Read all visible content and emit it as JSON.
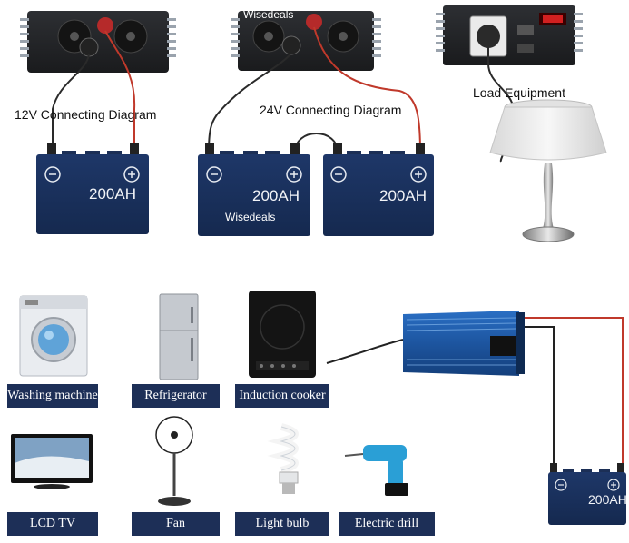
{
  "top": {
    "diagram_12v": "12V Connecting Diagram",
    "diagram_24v": "24V Connecting Diagram",
    "load_equipment": "Load Equipment",
    "watermark_top": "Wisedeals",
    "watermark_battery": "Wisedeals",
    "batteries": [
      "200AH",
      "200AH",
      "200AH"
    ]
  },
  "bottom": {
    "appliances": [
      "Washing machine",
      "Refrigerator",
      "Induction cooker",
      "LCD TV",
      "Fan",
      "Light bulb",
      "Electric drill"
    ],
    "battery": "200AH"
  }
}
